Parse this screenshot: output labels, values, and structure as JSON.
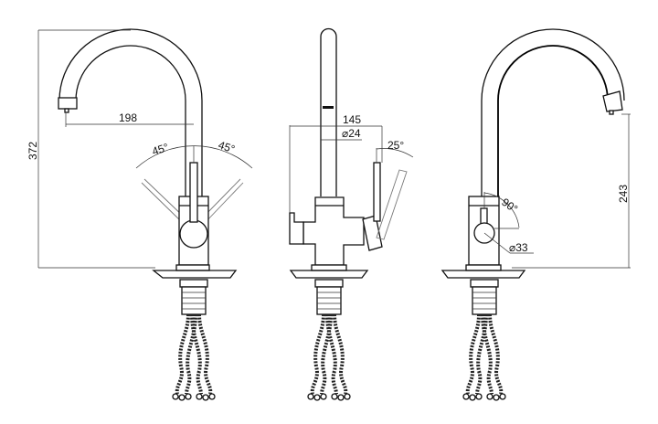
{
  "title": "Kitchen faucet technical drawing",
  "views": {
    "front": {
      "height_label": "372",
      "reach_label": "198",
      "angle_left_label": "45°",
      "angle_right_label": "45°"
    },
    "side": {
      "width_label": "145",
      "diameter_label": "⌀24",
      "angle_label": "25°"
    },
    "back": {
      "height_label": "243",
      "angle_label": "90°",
      "diameter_label": "⌀33"
    }
  }
}
